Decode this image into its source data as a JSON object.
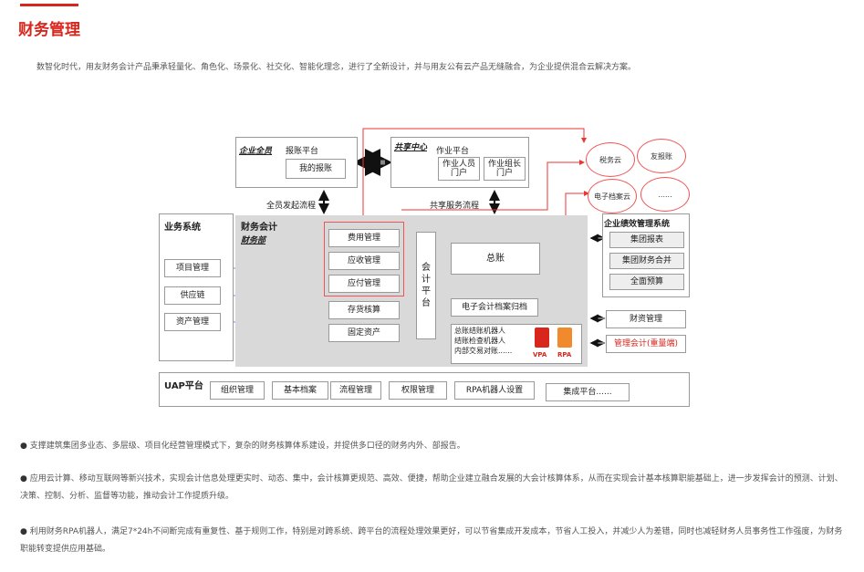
{
  "header": {
    "title": "财务管理"
  },
  "intro": "数智化时代，用友财务会计产品秉承轻量化、角色化、场景化、社交化、智能化理念，进行了全新设计，并与用友公有云产品无缝融合，为企业提供混合云解决方案。",
  "diagram": {
    "all_staff": {
      "label": "企业全员",
      "platform": "报账平台",
      "my_report": "我的报账"
    },
    "shared": {
      "label": "共享中心",
      "platform": "作业平台",
      "staff_portal": "作业人员门户",
      "leader_portal": "作业组长门户"
    },
    "clouds": [
      "税务云",
      "友报账",
      "电子档案云",
      "......"
    ],
    "flow_all": "全员发起流程",
    "flow_shared": "共享服务流程",
    "business": {
      "label": "业务系统",
      "items": [
        "项目管理",
        "供应链",
        "资产管理"
      ]
    },
    "finance": {
      "label": "财务会计",
      "dept": "财务部",
      "modules": [
        "费用管理",
        "应收管理",
        "应付管理",
        "存货核算",
        "固定资产"
      ],
      "platform": "会计平台",
      "ledger": "总账",
      "archive": "电子会计档案归档",
      "robots": [
        "总账结账机器人",
        "结账检查机器人",
        "内部交易对账......"
      ],
      "vpa": "VPA",
      "rpa": "RPA"
    },
    "performance": {
      "label": "企业绩效管理系统",
      "items": [
        "集团报表",
        "集团财务合并",
        "全面预算"
      ]
    },
    "treasury": "财资管理",
    "mgmt_acct": "管理会计(重量端)",
    "uap": {
      "label": "UAP平台",
      "items": [
        "组织管理",
        "基本档案",
        "流程管理",
        "权限管理",
        "RPA机器人设置",
        "集成平台......"
      ]
    }
  },
  "bullets": [
    "支撑建筑集团多业态、多层级、项目化经营管理模式下，复杂的财务核算体系建设，并提供多口径的财务内外、部报告。",
    "应用云计算、移动互联网等新兴技术，实现会计信息处理更实时、动态、集中，会计核算更规范、高效、便捷，帮助企业建立融合发展的大会计核算体系，从而在实现会计基本核算职能基础上，进一步发挥会计的预测、计划、决策、控制、分析、监督等功能，推动会计工作提质升级。",
    "利用财务RPA机器人，满足7*24h不间断完成有重复性、基于规则工作，特别是对跨系统、跨平台的流程处理效果更好，可以节省集成开发成本，节省人工投入，并减少人为差错，同时也减轻财务人员事务性工作强度，为财务职能转变提供应用基础。"
  ],
  "colors": {
    "accent": "#d9261c",
    "panel_gray": "#d9d9d9"
  }
}
